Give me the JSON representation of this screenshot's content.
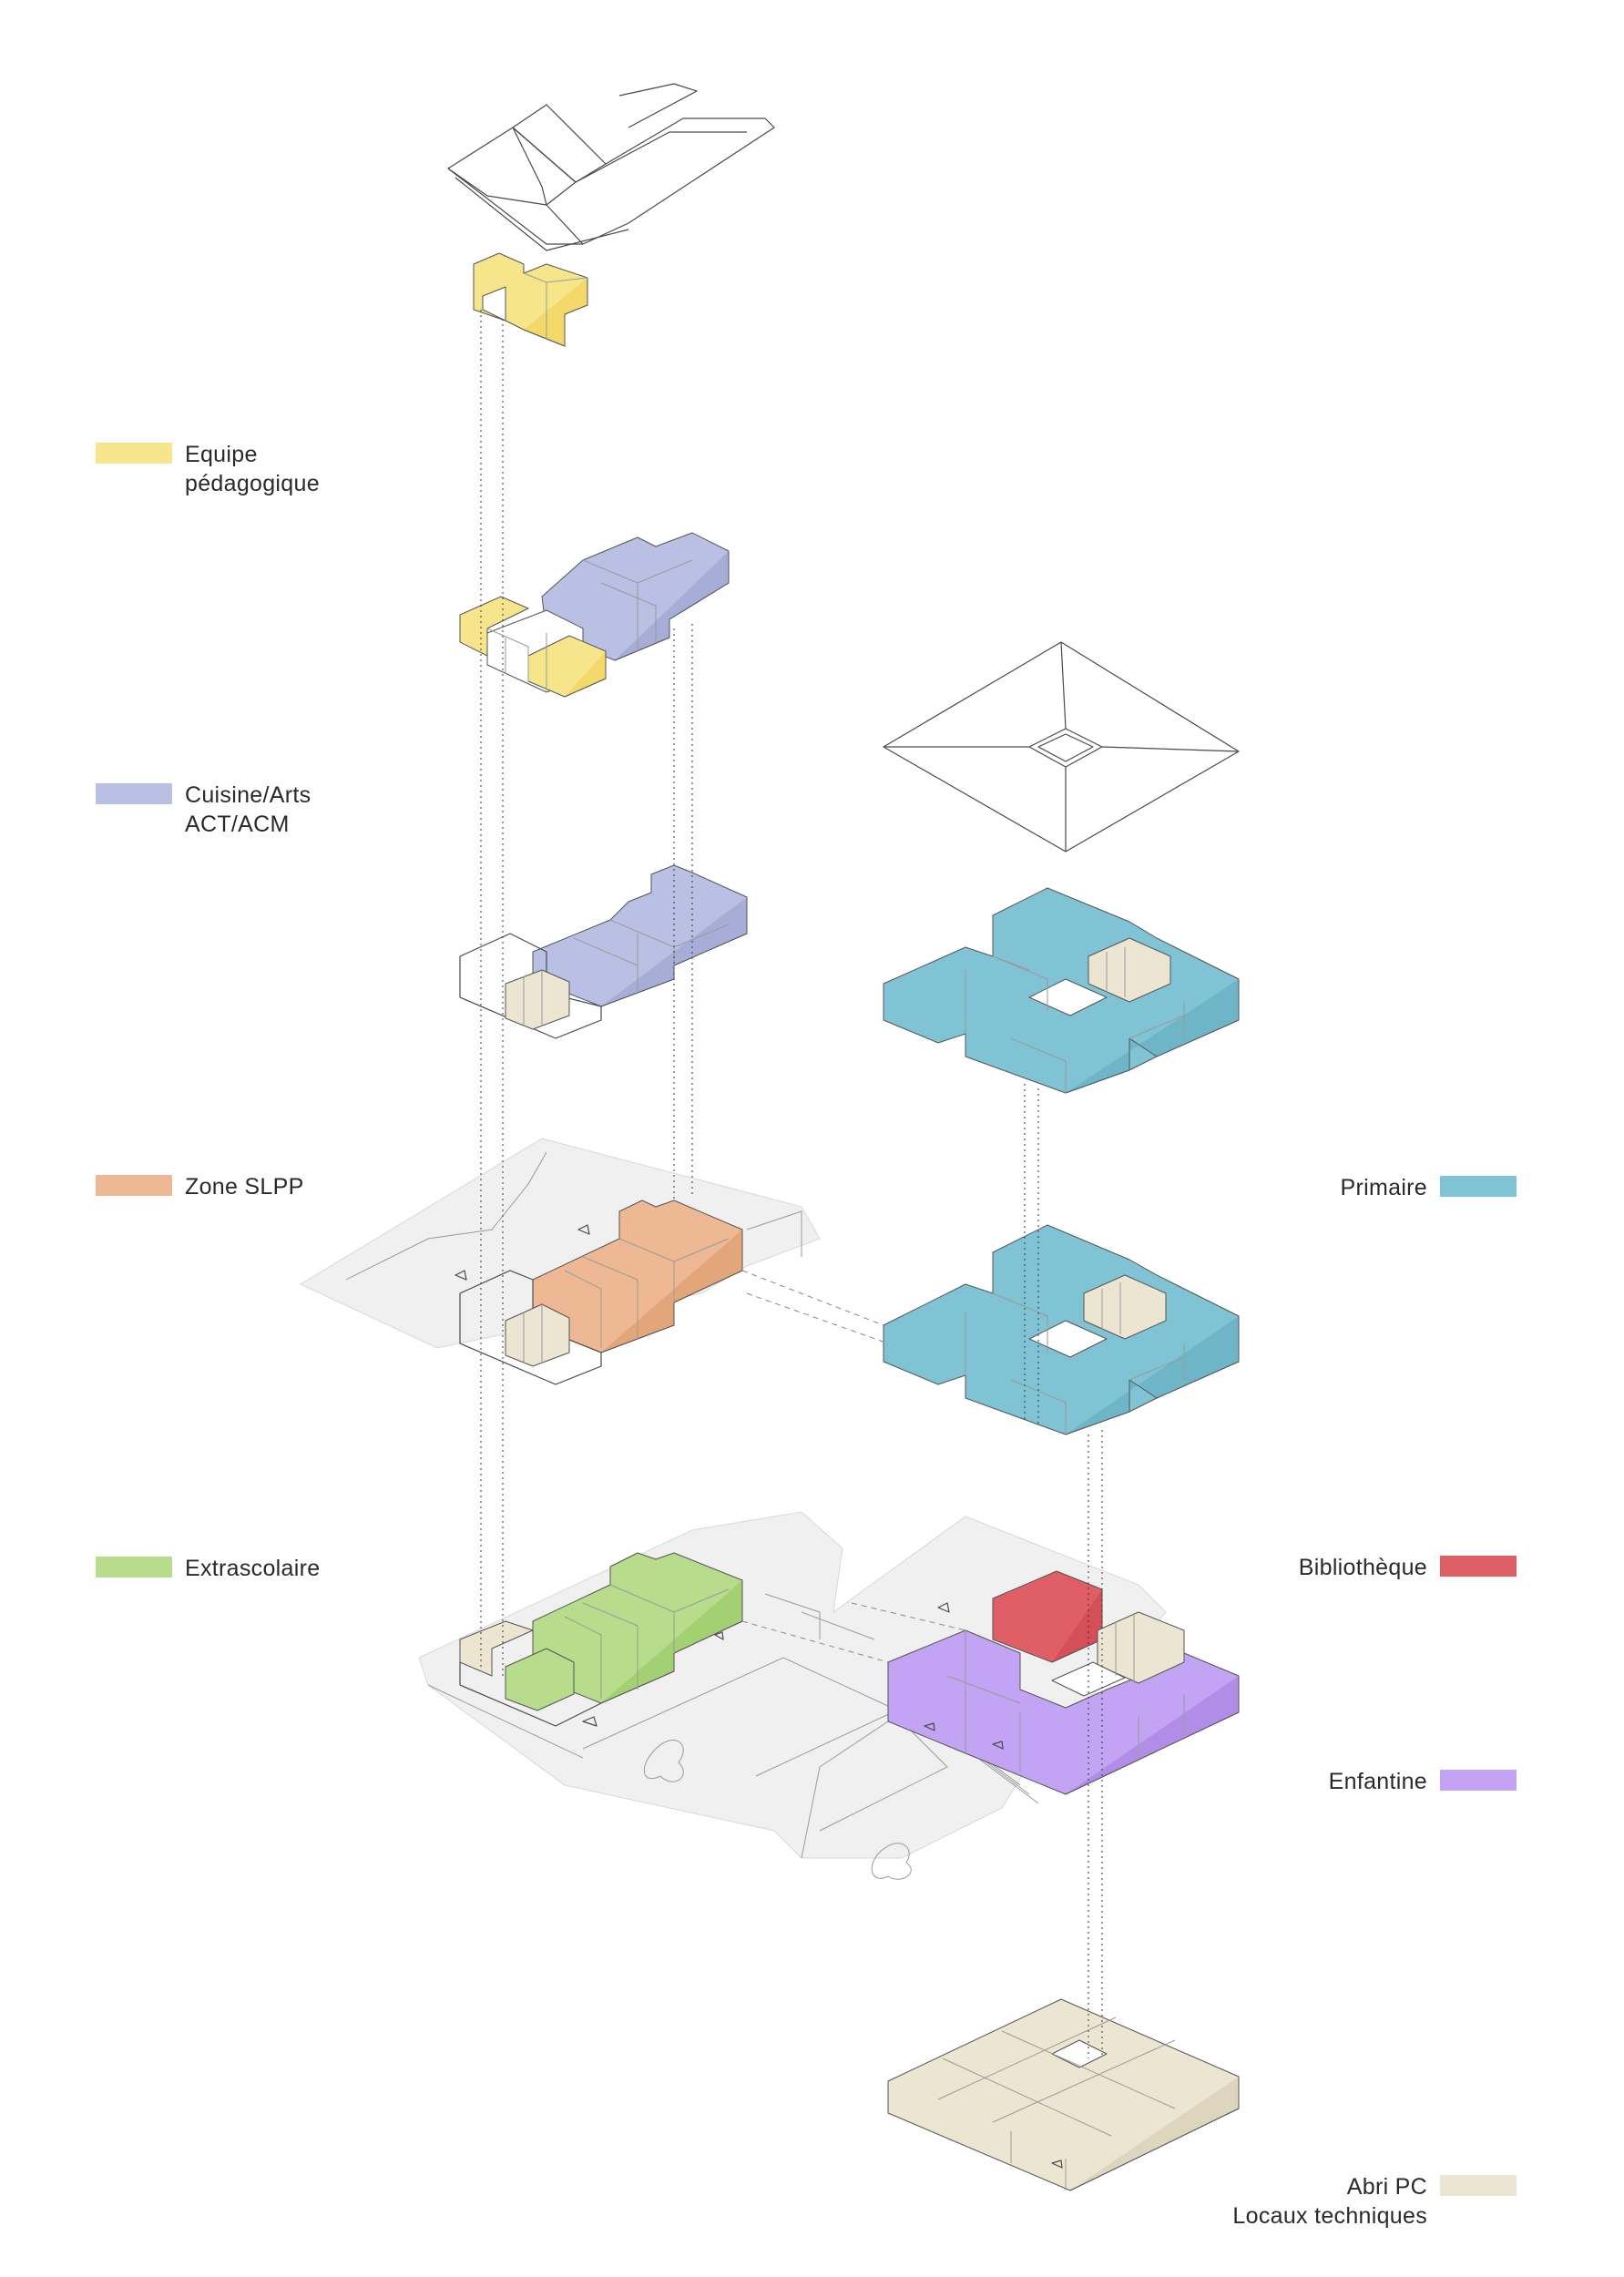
{
  "legend": {
    "equipe": {
      "line1": "Equipe",
      "line2": "pédagogique",
      "color": "#f7e58c"
    },
    "cuisine": {
      "line1": "Cuisine/Arts",
      "line2": "ACT/ACM",
      "color": "#b9c0e3"
    },
    "slpp": {
      "line1": "Zone SLPP",
      "color": "#edb893"
    },
    "extrascolaire": {
      "line1": "Extrascolaire",
      "color": "#b6dc8c"
    },
    "primaire": {
      "line1": "Primaire",
      "color": "#7fc3d5"
    },
    "bibliotheque": {
      "line1": "Bibliothèque",
      "color": "#e05f66"
    },
    "enfantine": {
      "line1": "Enfantine",
      "color": "#c3a3f3"
    },
    "abri": {
      "line1": "Abri PC",
      "line2": "Locaux techniques",
      "color": "#ebe5d1"
    }
  },
  "colors": {
    "line": "#555555",
    "ground": "#efefef",
    "ground_edge": "#d4d4d4"
  }
}
